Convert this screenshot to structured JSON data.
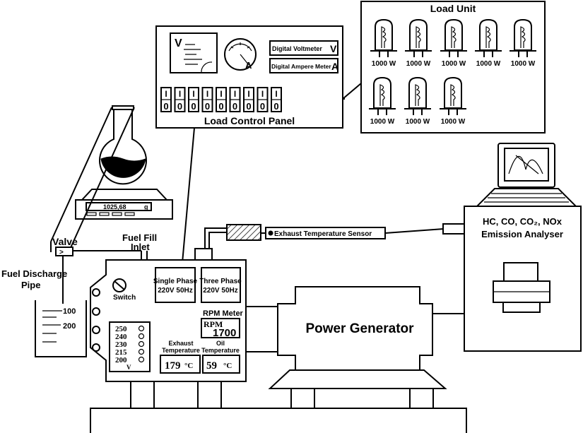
{
  "load_unit": {
    "title": "Load Unit",
    "bulbs": [
      "1000 W",
      "1000 W",
      "1000 W",
      "1000 W",
      "1000 W",
      "1000 W",
      "1000 W",
      "1000 W"
    ]
  },
  "load_control_panel": {
    "title": "Load Control Panel",
    "voltmeter_symbol": "V",
    "ammeter_symbol": "A",
    "digital_voltmeter": "Digital Voltmeter",
    "digital_voltmeter_unit": "V",
    "digital_ammeter": "Digital Ampere Meter",
    "digital_ammeter_unit": "A",
    "switch_on": "I",
    "switch_off": "0"
  },
  "scale": {
    "reading": "1025,68",
    "unit": "g"
  },
  "fuel": {
    "valve": "Valve",
    "fill_inlet_line1": "Fuel Fill",
    "fill_inlet_line2": "Inlet",
    "discharge_line1": "Fuel Discharge",
    "discharge_line2": "Pipe",
    "marks": [
      "100",
      "200"
    ]
  },
  "engine_panel": {
    "switch": "Switch",
    "single_phase_line1": "Single Phase",
    "single_phase_line2": "220V 50Hz",
    "three_phase_line1": "Three Phase",
    "three_phase_line2": "220V 50Hz",
    "rpm_meter_label": "RPM Meter",
    "rpm_unit": "RPM",
    "rpm_value": "1700",
    "voltage_levels": [
      "250",
      "240",
      "230",
      "215",
      "200"
    ],
    "voltage_unit": "V",
    "exhaust_temp_line1": "Exhaust",
    "exhaust_temp_line2": "Temperature",
    "exhaust_temp_value": "179",
    "oil_temp_line1": "Oil",
    "oil_temp_line2": "Temperature",
    "oil_temp_value": "59",
    "temp_unit": "°C"
  },
  "sensor": {
    "label": "Exhaust  Temperature Sensor"
  },
  "analyser": {
    "line1": "HC, CO, CO₂, NOx",
    "line2": "Emission Analyser"
  },
  "generator": {
    "label": "Power Generator"
  }
}
